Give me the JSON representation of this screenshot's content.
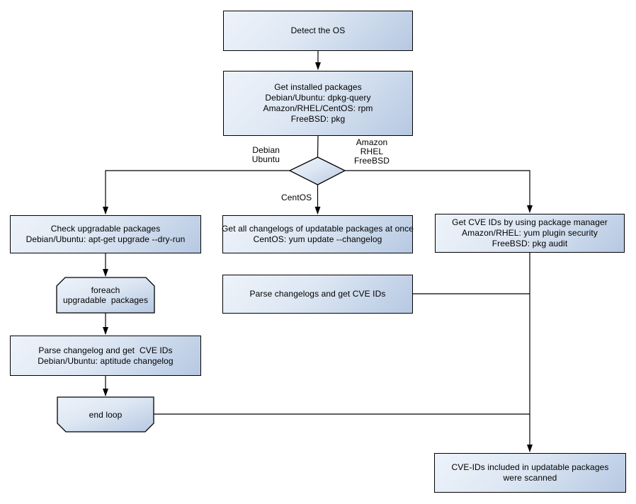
{
  "colors": {
    "background": "#ffffff",
    "node_fill_light": "#eef3fa",
    "node_fill_dark": "#b6c8e2",
    "node_border": "#000000",
    "connector": "#000000",
    "text": "#000000"
  },
  "nodes": {
    "detect_os": {
      "lines": [
        "Detect the OS"
      ]
    },
    "get_installed_packages": {
      "lines": [
        "Get installed packages",
        "Debian/Ubuntu: dpkg-query",
        "Amazon/RHEL/CentOS: rpm",
        "FreeBSD: pkg"
      ]
    },
    "check_upgradable_packages": {
      "lines": [
        "Check upgradable packages",
        "Debian/Ubuntu: apt-get upgrade --dry-run"
      ]
    },
    "foreach_loop_start": {
      "lines": [
        "foreach",
        "upgradable  packages"
      ]
    },
    "parse_changelog_debian": {
      "lines": [
        "Parse changelog and get  CVE IDs",
        "Debian/Ubuntu: aptitude changelog"
      ]
    },
    "end_loop": {
      "lines": [
        "end loop"
      ]
    },
    "get_all_changelogs": {
      "lines": [
        "Get all changelogs of updatable packages at once",
        "CentOS: yum update --changelog"
      ]
    },
    "parse_changelogs_get_cve_ids": {
      "lines": [
        "Parse changelogs and get CVE IDs"
      ]
    },
    "get_cve_ids_by_package_manager": {
      "lines": [
        "Get CVE IDs by using package manager",
        "Amazon/RHEL: yum plugin security",
        "FreeBSD: pkg audit"
      ]
    },
    "cve_ids_scanned": {
      "lines": [
        "CVE-IDs included in updatable packages",
        "were scanned"
      ]
    }
  },
  "edge_labels": {
    "debian_ubuntu": {
      "lines": [
        "Debian",
        "Ubuntu"
      ]
    },
    "amazon_rhel_freebsd": {
      "lines": [
        "Amazon",
        "RHEL",
        "FreeBSD"
      ]
    },
    "centos": {
      "lines": [
        "CentOS"
      ]
    }
  }
}
